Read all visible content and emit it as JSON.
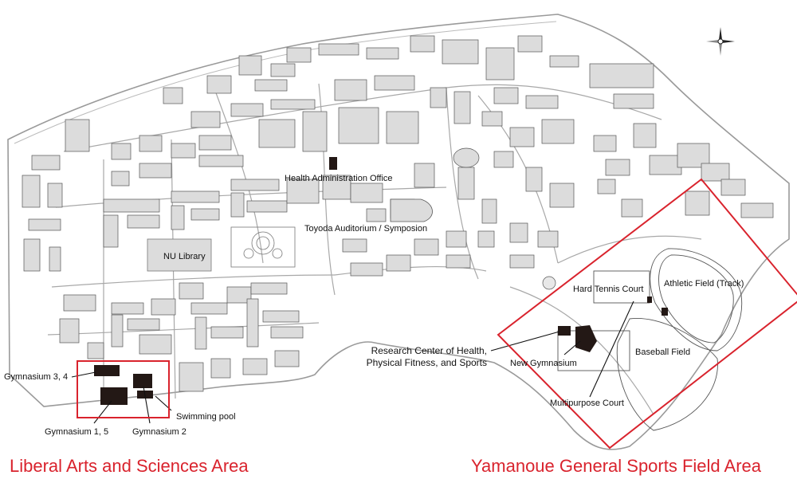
{
  "labels": {
    "health_admin": "Health Administration Office",
    "toyoda": "Toyoda Auditorium / Symposion",
    "library": "NU Library",
    "gym34": "Gymnasium 3, 4",
    "gym15": "Gymnasium 1, 5",
    "gym2": "Gymnasium 2",
    "pool": "Swimming pool",
    "research_center_l1": "Research Center of Health,",
    "research_center_l2": "Physical Fitness, and Sports",
    "new_gym": "New Gymnasium",
    "hard_tennis": "Hard Tennis Court",
    "athletic": "Athletic Field (Track)",
    "baseball": "Baseball Field",
    "multipurpose": "Multipurpose Court"
  },
  "areas": {
    "left": "Liberal Arts and Sciences Area",
    "right": "Yamanoue General Sports Field Area"
  },
  "colors": {
    "building_fill": "#dcdcdc",
    "building_stroke": "#555555",
    "highlight": "#231815",
    "area_border": "#d9232d",
    "road": "#9a9a9a"
  },
  "icons": {
    "compass": "compass-rose-icon"
  }
}
